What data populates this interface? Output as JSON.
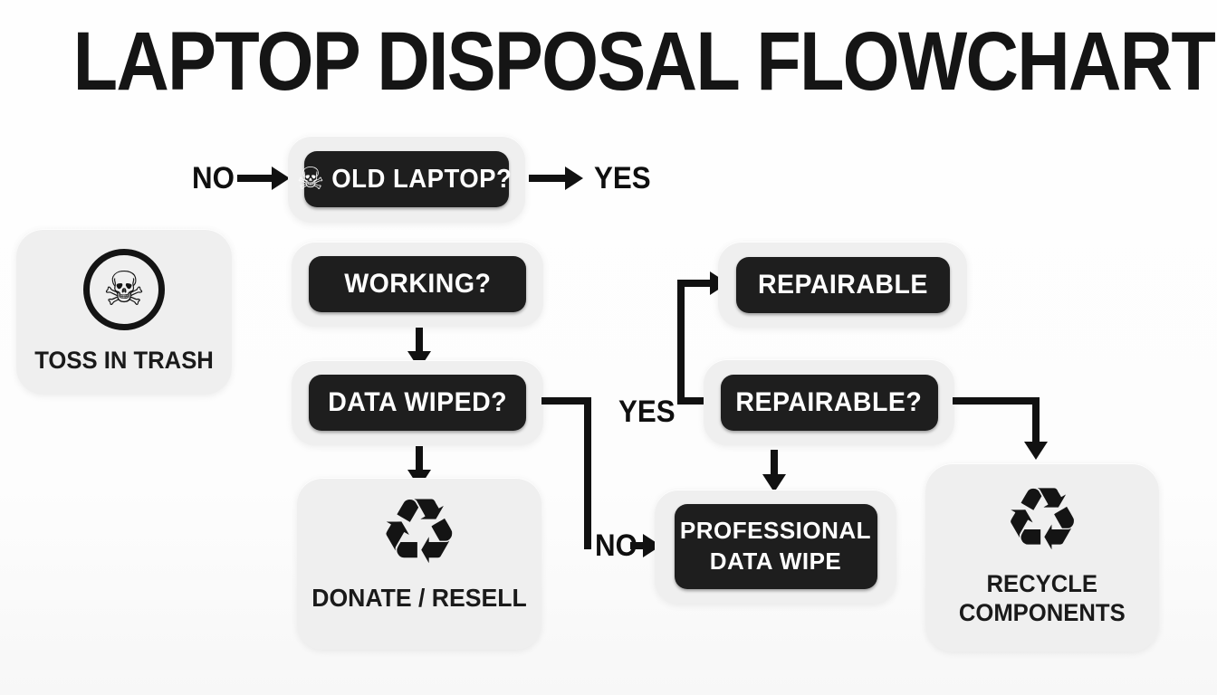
{
  "title": "LAPTOP DISPOSAL FLOWCHART",
  "colors": {
    "bg": "#fdfdfd",
    "panel": "#efefef",
    "pill": "#1e1e1e",
    "ink": "#111111",
    "pill_text": "#ffffff"
  },
  "edge_labels": {
    "no_top": "NO",
    "yes_top": "YES",
    "yes_branch": "YES",
    "no_branch": "NO"
  },
  "nodes": {
    "old_laptop": {
      "label": "OLD LAPTOP?"
    },
    "toss_in_trash": {
      "label": "TOSS IN TRASH"
    },
    "working": {
      "label": "WORKING?"
    },
    "data_wiped": {
      "label": "DATA WIPED?"
    },
    "donate_resell": {
      "label": "DONATE / RESELL"
    },
    "repairable": {
      "label": "REPAIRABLE"
    },
    "repairable_q": {
      "label": "REPAIRABLE?"
    },
    "professional_data_wipe": {
      "line1": "PROFESSIONAL",
      "line2": "DATA WIPE"
    },
    "recycle_components": {
      "line1": "RECYCLE",
      "line2": "COMPONENTS"
    }
  },
  "icons": {
    "skull_crossbones": "☠",
    "recycle": "♻"
  }
}
